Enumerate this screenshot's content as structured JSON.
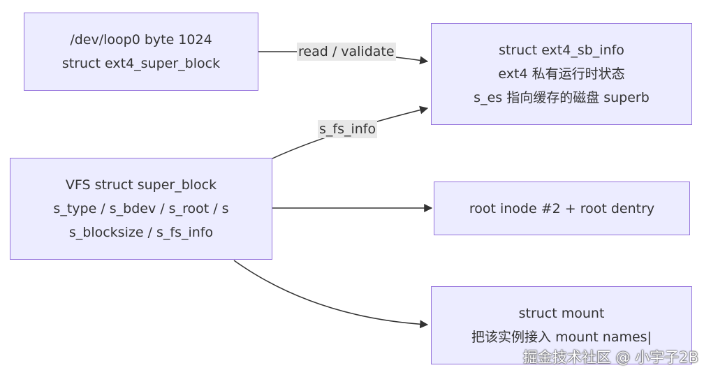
{
  "colors": {
    "node_fill": "#ececff",
    "node_border": "#9370db",
    "edge": "#333333",
    "label_bg": "#e8e8e8"
  },
  "nodes": {
    "loop_dev": {
      "lines": [
        "/dev/loop0 byte 1024",
        "struct ext4_super_block"
      ]
    },
    "ext4_sb_info": {
      "lines": [
        "struct ext4_sb_info",
        "ext4 私有运行时状态",
        "s_es 指向缓存的磁盘 superb"
      ]
    },
    "vfs_sb": {
      "lines": [
        "VFS struct super_block",
        "s_type / s_bdev / s_root / s",
        "s_blocksize / s_fs_info"
      ]
    },
    "root_inode": {
      "lines": [
        "root inode #2 + root dentry"
      ]
    },
    "mount": {
      "lines": [
        "struct mount",
        "把该实例接入 mount names|"
      ]
    }
  },
  "edges": {
    "read_validate": {
      "label": "read / validate"
    },
    "s_fs_info": {
      "label": "s_fs_info"
    }
  },
  "watermark": {
    "text": "掘金技术社区 @ 小宇子2B"
  }
}
